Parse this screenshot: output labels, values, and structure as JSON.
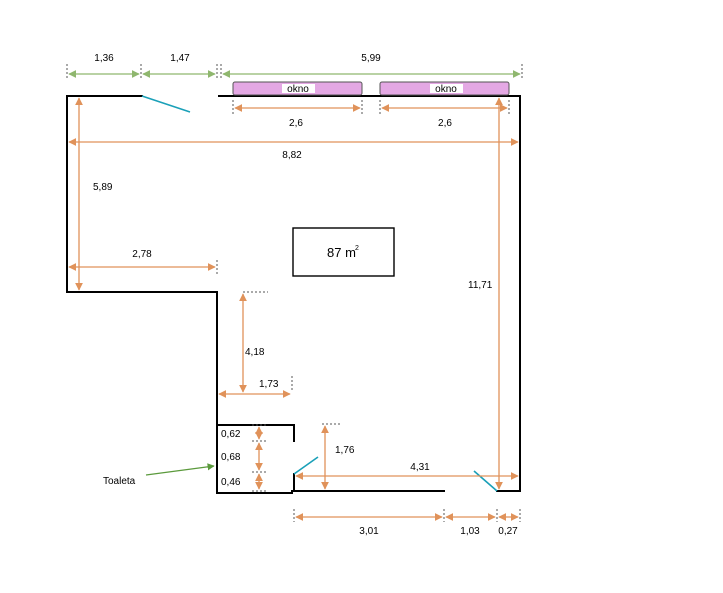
{
  "plan": {
    "area_value": "87 m",
    "area_sup": "2",
    "windows": [
      {
        "label": "okno"
      },
      {
        "label": "okno"
      }
    ],
    "dimensions": {
      "top_left": "1,36",
      "top_mid": "1,47",
      "top_right": "5,99",
      "window_left": "2,6",
      "window_right": "2,6",
      "width_total": "8,82",
      "left_height": "5,89",
      "left_width": "2,78",
      "right_height": "11,71",
      "inner_height": "4,18",
      "inner_width": "1,73",
      "toilet_a": "0,62",
      "toilet_b": "0,68",
      "toilet_c": "0,46",
      "entry_height": "1,76",
      "bottom_right_wall": "4,31",
      "bottom_a": "3,01",
      "bottom_b": "1,03",
      "bottom_c": "0,27"
    },
    "toilet_label": "Toaleta",
    "colors": {
      "dimension": "#e0925a",
      "top_dimension": "#8fb76e",
      "window": "#e4a8e4",
      "door": "#1aa0b8",
      "pointer": "#5b9a3c"
    }
  }
}
